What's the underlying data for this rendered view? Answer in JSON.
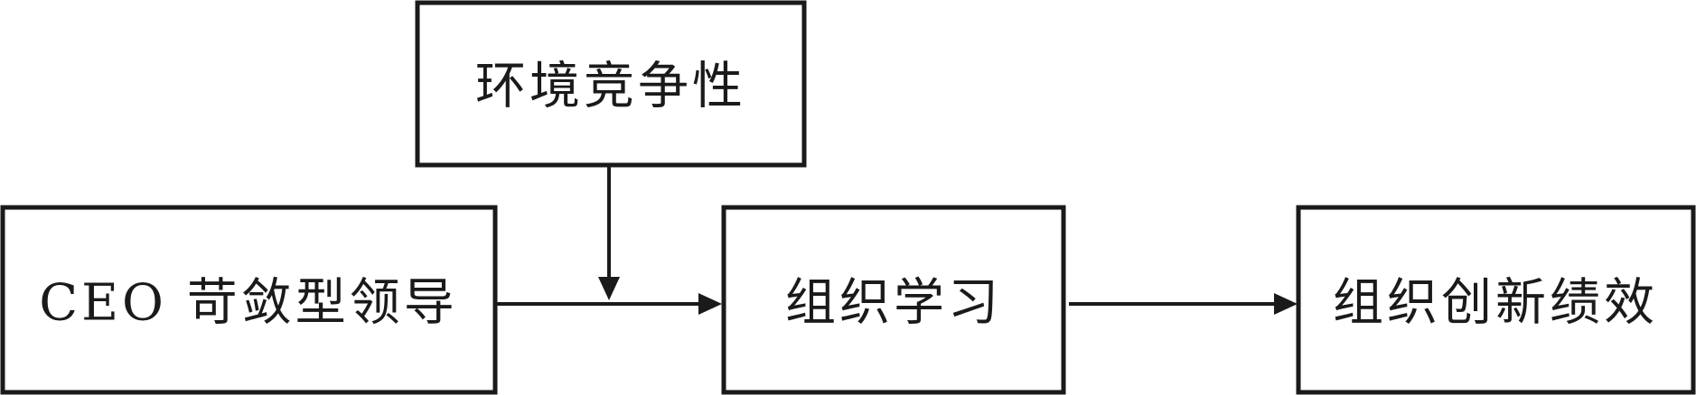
{
  "diagram": {
    "nodes": {
      "environment": {
        "label": "环境竞争性"
      },
      "leadership": {
        "label": "CEO 苛敛型领导"
      },
      "learning": {
        "label": "组织学习"
      },
      "performance": {
        "label": "组织创新绩效"
      }
    },
    "edges": [
      {
        "from": "leadership",
        "to": "learning"
      },
      {
        "from": "environment",
        "to": "leadership-learning-edge",
        "type": "moderation"
      },
      {
        "from": "learning",
        "to": "performance"
      }
    ],
    "colors": {
      "stroke": "#1a1a1a",
      "background": "#ffffff"
    }
  }
}
